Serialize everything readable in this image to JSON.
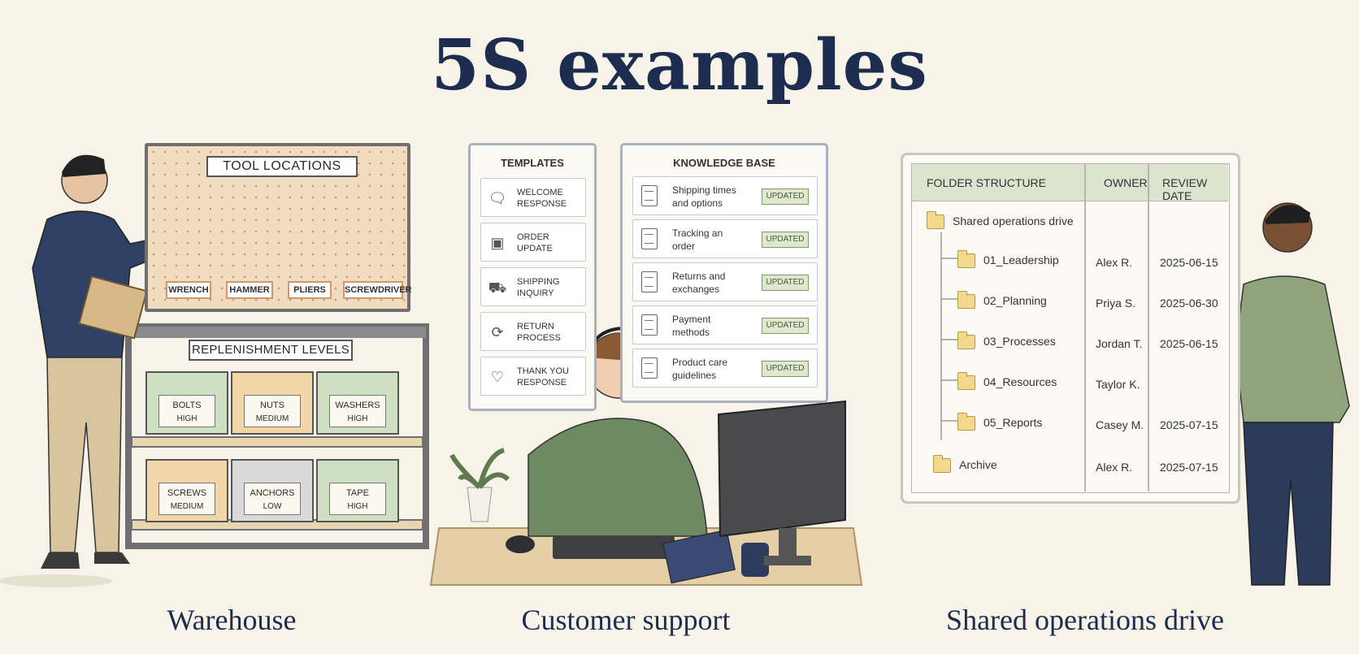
{
  "title": "5S examples",
  "captions": {
    "warehouse": "Warehouse",
    "support": "Customer support",
    "drive": "Shared operations drive"
  },
  "warehouse": {
    "board_title": "TOOL LOCATIONS",
    "tools": [
      "WRENCH",
      "HAMMER",
      "PLIERS",
      "SCREWDRIVER"
    ],
    "shelf_title": "REPLENISHMENT LEVELS",
    "bins": [
      {
        "name": "BOLTS",
        "level": "HIGH"
      },
      {
        "name": "NUTS",
        "level": "MEDIUM"
      },
      {
        "name": "WASHERS",
        "level": "HIGH"
      },
      {
        "name": "SCREWS",
        "level": "MEDIUM"
      },
      {
        "name": "ANCHORS",
        "level": "LOW"
      },
      {
        "name": "TAPE",
        "level": "HIGH"
      }
    ],
    "colors": {
      "high": "#cfe0c2",
      "medium": "#f2d5a8",
      "low": "#d9d9d9"
    }
  },
  "support": {
    "templates_title": "TEMPLATES",
    "templates": [
      {
        "line1": "WELCOME",
        "line2": "RESPONSE",
        "icon": "chat-icon"
      },
      {
        "line1": "ORDER",
        "line2": "UPDATE",
        "icon": "box-icon"
      },
      {
        "line1": "SHIPPING",
        "line2": "INQUIRY",
        "icon": "truck-icon"
      },
      {
        "line1": "RETURN",
        "line2": "PROCESS",
        "icon": "refresh-icon"
      },
      {
        "line1": "THANK YOU",
        "line2": "RESPONSE",
        "icon": "heart-icon"
      }
    ],
    "kb_title": "KNOWLEDGE BASE",
    "kb_items": [
      {
        "line1": "Shipping times",
        "line2": "and options",
        "badge": "UPDATED"
      },
      {
        "line1": "Tracking an",
        "line2": "order",
        "badge": "UPDATED"
      },
      {
        "line1": "Returns and",
        "line2": "exchanges",
        "badge": "UPDATED"
      },
      {
        "line1": "Payment",
        "line2": "methods",
        "badge": "UPDATED"
      },
      {
        "line1": "Product care",
        "line2": "guidelines",
        "badge": "UPDATED"
      }
    ]
  },
  "drive": {
    "headers": {
      "folder": "FOLDER STRUCTURE",
      "owner": "OWNER",
      "review": "REVIEW DATE"
    },
    "root": "Shared operations drive",
    "rows": [
      {
        "folder": "01_Leadership",
        "owner": "Alex R.",
        "date": "2025-06-15"
      },
      {
        "folder": "02_Planning",
        "owner": "Priya S.",
        "date": "2025-06-30"
      },
      {
        "folder": "03_Processes",
        "owner": "Jordan T.",
        "date": "2025-06-15"
      },
      {
        "folder": "04_Resources",
        "owner": "Taylor K.",
        "date": ""
      },
      {
        "folder": "05_Reports",
        "owner": "Casey M.",
        "date": "2025-07-15"
      }
    ],
    "archive": {
      "folder": "Archive",
      "owner": "Alex R.",
      "date": "2025-07-15"
    }
  }
}
